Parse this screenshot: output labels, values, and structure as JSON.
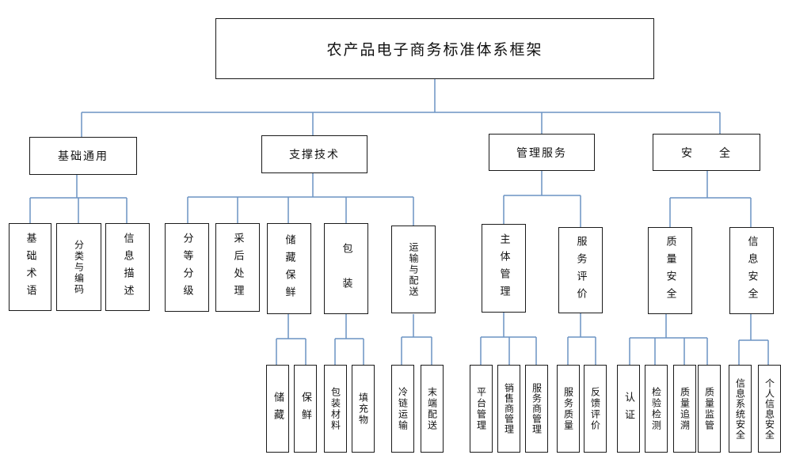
{
  "title": "农产品电子商务标准体系框架",
  "categories": {
    "basic": "基础通用",
    "support": "支撑技术",
    "management": "管理服务",
    "security": "安　　全"
  },
  "basic_items": [
    "基础术语",
    "分类与编码",
    "信息描述"
  ],
  "support_items": [
    "分等分级",
    "采后处理",
    "储藏保鲜",
    "包　装",
    "运输与配送"
  ],
  "storage_items": [
    "储藏",
    "保鲜"
  ],
  "packaging_items": [
    "包装材料",
    "填充物"
  ],
  "transport_items": [
    "冷链运输",
    "末端配送"
  ],
  "management_items": [
    "主体管理",
    "服务评价"
  ],
  "subject_items": [
    "平台管理",
    "销售商管理",
    "服务商管理"
  ],
  "evaluation_items": [
    "服务质量",
    "反馈评价"
  ],
  "security_items": [
    "质量安全",
    "信息安全"
  ],
  "quality_items": [
    "认证",
    "检验检测",
    "质量追溯",
    "质量监管"
  ],
  "info_items": [
    "信息系统安全",
    "个人信息安全"
  ],
  "colors": {
    "connector": "#6b93c4",
    "border": "#1a1a1a",
    "text": "#111111"
  }
}
